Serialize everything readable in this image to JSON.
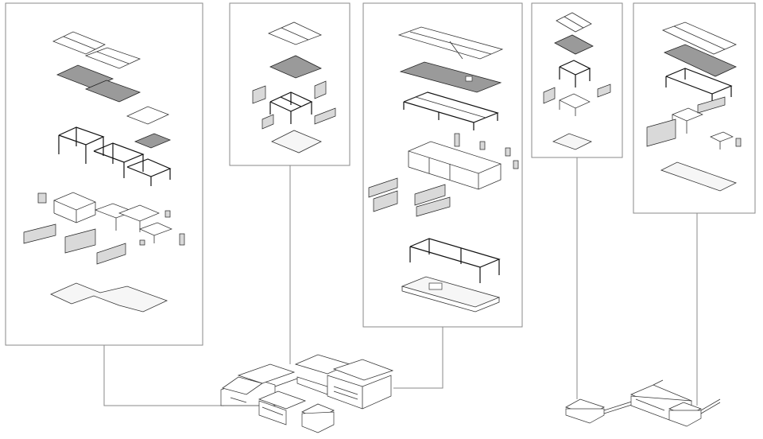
{
  "diagram": {
    "panels": [
      {
        "id": "panel-1",
        "layers": [
          "roof-cover",
          "roof-structure",
          "timber-frame",
          "walls",
          "windows",
          "floor-slab"
        ]
      },
      {
        "id": "panel-2",
        "layers": [
          "roof-cover",
          "roof-structure",
          "timber-frame",
          "windows",
          "floor-slab"
        ]
      },
      {
        "id": "panel-3",
        "layers": [
          "roof-cover",
          "roof-structure",
          "timber-frame",
          "walls",
          "windows",
          "concrete-frame",
          "floor-slab"
        ]
      },
      {
        "id": "panel-4",
        "layers": [
          "roof-cover",
          "roof-structure",
          "timber-frame",
          "walls",
          "floor-slab"
        ]
      },
      {
        "id": "panel-5",
        "layers": [
          "roof-cover",
          "roof-structure",
          "timber-frame",
          "walls",
          "windows",
          "floor-slab"
        ]
      }
    ],
    "assemblies": [
      "main-complex",
      "east-wing"
    ],
    "colors": {
      "line": "#333333",
      "frame": "#8a8a8a",
      "dark_fill": "#9a9a9a",
      "background": "#ffffff"
    }
  }
}
